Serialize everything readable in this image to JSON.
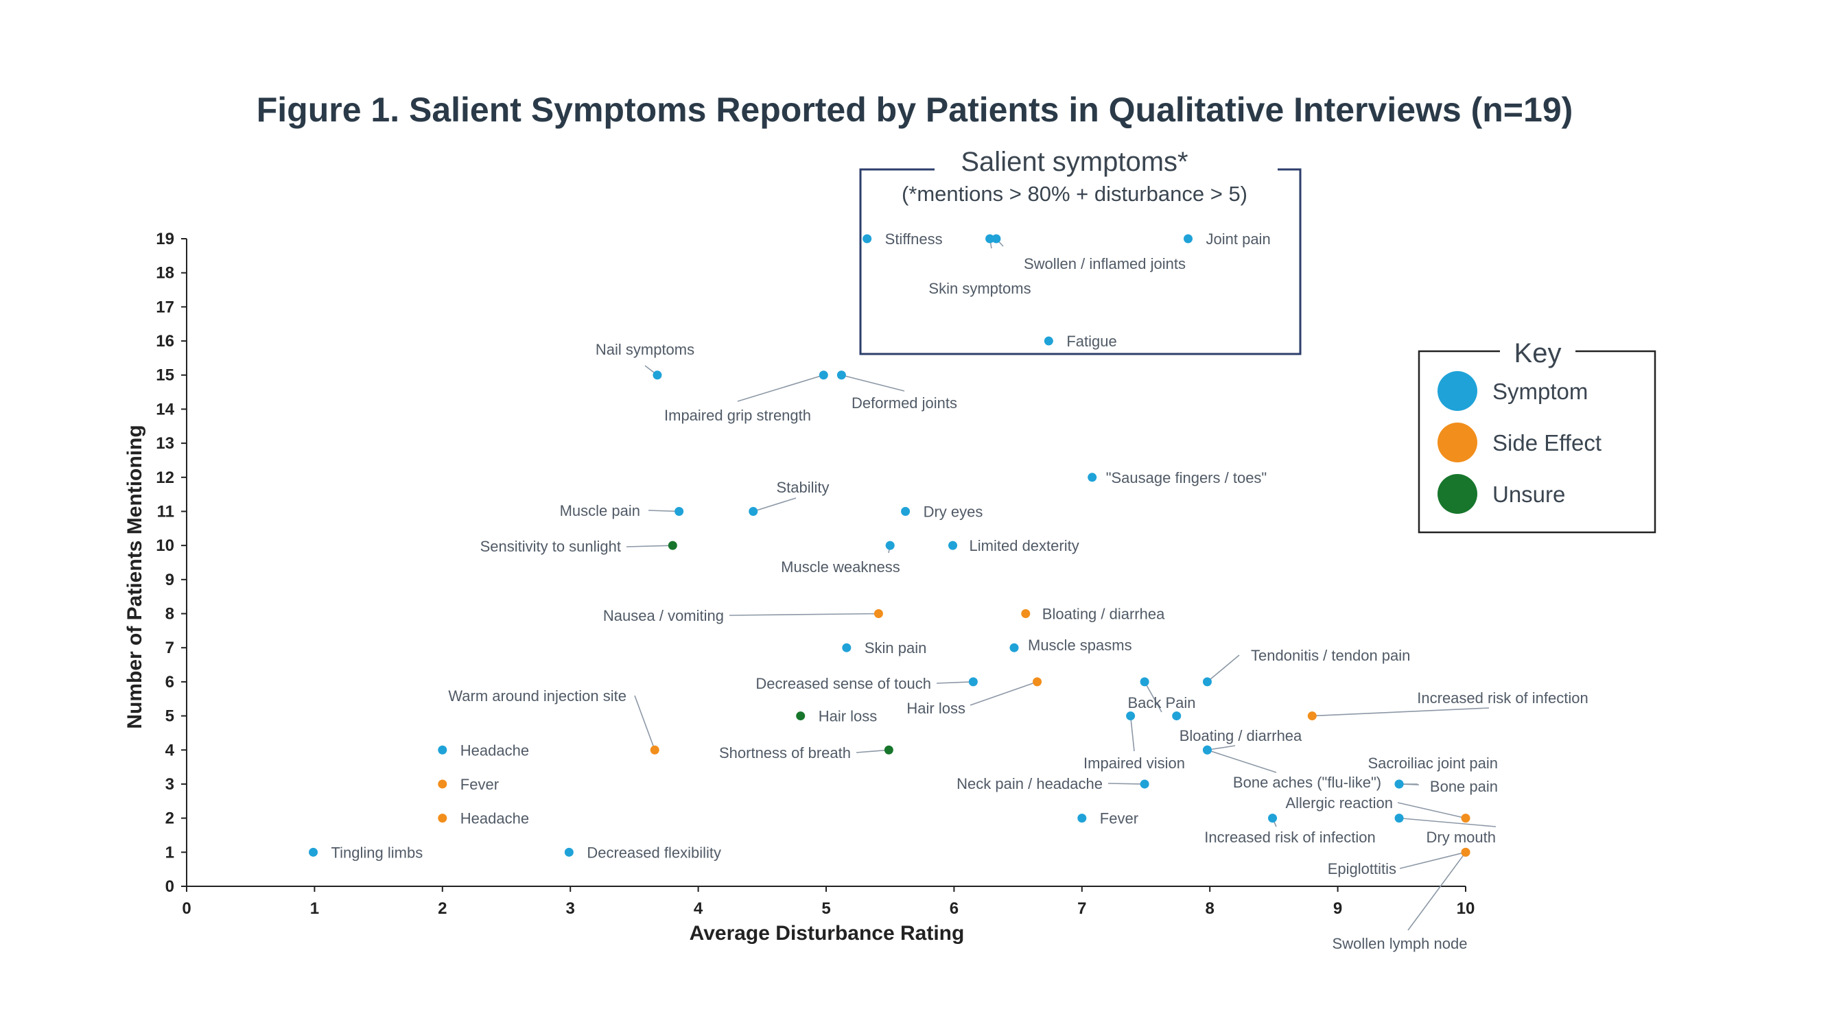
{
  "colors": {
    "symptom": "#1fa2d8",
    "side_effect": "#f28e1c",
    "unsure": "#17762c",
    "axis": "#222222",
    "box": "#2c3e6b"
  },
  "chart_data": {
    "type": "scatter",
    "title": "Figure 1. Salient Symptoms Reported by Patients in Qualitative Interviews (n=19)",
    "xlabel": "Average Disturbance Rating",
    "ylabel": "Number of Patients Mentioning",
    "xlim": [
      0,
      10
    ],
    "ylim": [
      0,
      19
    ],
    "x_ticks": [
      "0",
      "1",
      "2",
      "3",
      "4",
      "5",
      "6",
      "7",
      "8",
      "9",
      "10"
    ],
    "y_ticks": [
      "0",
      "1",
      "2",
      "3",
      "4",
      "5",
      "6",
      "7",
      "8",
      "9",
      "10",
      "11",
      "12",
      "13",
      "14",
      "15",
      "16",
      "17",
      "18",
      "19"
    ],
    "legend": {
      "title": "Key",
      "position": "right",
      "entries": [
        {
          "name": "Symptom",
          "color_key": "symptom"
        },
        {
          "name": "Side Effect",
          "color_key": "side_effect"
        },
        {
          "name": "Unsure",
          "color_key": "unsure"
        }
      ]
    },
    "highlight_box": {
      "title": "Salient symptoms*",
      "subtitle": "(*mentions > 80% + disturbance > 5)"
    },
    "points": [
      {
        "label": "Stiffness",
        "x": 5.32,
        "y": 19,
        "cat": "symptom"
      },
      {
        "label": "Skin symptoms",
        "x": 6.28,
        "y": 19,
        "cat": "symptom"
      },
      {
        "label": "Swollen / inflamed joints",
        "x": 6.33,
        "y": 19,
        "cat": "symptom"
      },
      {
        "label": "Joint pain",
        "x": 7.83,
        "y": 19,
        "cat": "symptom"
      },
      {
        "label": "Fatigue",
        "x": 6.74,
        "y": 16,
        "cat": "symptom"
      },
      {
        "label": "Nail symptoms",
        "x": 3.68,
        "y": 15,
        "cat": "symptom"
      },
      {
        "label": "Impaired grip strength",
        "x": 4.98,
        "y": 15,
        "cat": "symptom"
      },
      {
        "label": "Deformed joints",
        "x": 5.12,
        "y": 15,
        "cat": "symptom"
      },
      {
        "label": "\"Sausage fingers / toes\"",
        "x": 7.08,
        "y": 12,
        "cat": "symptom"
      },
      {
        "label": "Muscle pain",
        "x": 3.85,
        "y": 11,
        "cat": "symptom"
      },
      {
        "label": "Stability",
        "x": 4.43,
        "y": 11,
        "cat": "symptom"
      },
      {
        "label": "Dry eyes",
        "x": 5.62,
        "y": 11,
        "cat": "symptom"
      },
      {
        "label": "Sensitivity to sunlight",
        "x": 3.8,
        "y": 10,
        "cat": "unsure"
      },
      {
        "label": "Muscle weakness",
        "x": 5.5,
        "y": 10,
        "cat": "symptom"
      },
      {
        "label": "Limited dexterity",
        "x": 5.99,
        "y": 10,
        "cat": "symptom"
      },
      {
        "label": "Nausea / vomiting",
        "x": 5.41,
        "y": 8,
        "cat": "side_effect"
      },
      {
        "label": "Bloating / diarrhea",
        "x": 6.56,
        "y": 8,
        "cat": "side_effect"
      },
      {
        "label": "Skin pain",
        "x": 5.16,
        "y": 7,
        "cat": "symptom"
      },
      {
        "label": "Muscle spasms",
        "x": 6.47,
        "y": 7,
        "cat": "symptom"
      },
      {
        "label": "Decreased sense of touch",
        "x": 6.15,
        "y": 6,
        "cat": "symptom"
      },
      {
        "label": "Hair loss",
        "x": 6.65,
        "y": 6,
        "cat": "side_effect"
      },
      {
        "label": "Back Pain",
        "x": 7.49,
        "y": 6,
        "cat": "symptom"
      },
      {
        "label": "Tendonitis / tendon pain",
        "x": 7.98,
        "y": 6,
        "cat": "symptom"
      },
      {
        "label": "Warm around injection site",
        "x": 3.66,
        "y": 4,
        "cat": "side_effect"
      },
      {
        "label": "Hair loss",
        "x": 4.8,
        "y": 5,
        "cat": "unsure"
      },
      {
        "label": "Impaired vision",
        "x": 7.38,
        "y": 5,
        "cat": "symptom"
      },
      {
        "label": "",
        "x": 7.74,
        "y": 5,
        "cat": "symptom"
      },
      {
        "label": "Increased risk of infection",
        "x": 8.8,
        "y": 5,
        "cat": "side_effect"
      },
      {
        "label": "Headache",
        "x": 2.0,
        "y": 4,
        "cat": "symptom"
      },
      {
        "label": "Shortness of breath",
        "x": 5.49,
        "y": 4,
        "cat": "unsure"
      },
      {
        "label": "Bloating / diarrhea",
        "x": 7.98,
        "y": 4,
        "cat": "symptom"
      },
      {
        "label": "Fever",
        "x": 2.0,
        "y": 3,
        "cat": "side_effect"
      },
      {
        "label": "Neck pain / headache",
        "x": 7.49,
        "y": 3,
        "cat": "symptom"
      },
      {
        "label": "Bone aches (\"flu-like\")",
        "x": 7.98,
        "y": 4,
        "cat": "symptom"
      },
      {
        "label": "Sacroiliac joint pain",
        "x": 9.48,
        "y": 3,
        "cat": "symptom"
      },
      {
        "label": "Bone pain",
        "x": 9.48,
        "y": 3,
        "cat": "symptom"
      },
      {
        "label": "Headache",
        "x": 2.0,
        "y": 2,
        "cat": "side_effect"
      },
      {
        "label": "Fever",
        "x": 7.0,
        "y": 2,
        "cat": "symptom"
      },
      {
        "label": "Allergic reaction",
        "x": 10.0,
        "y": 2,
        "cat": "side_effect"
      },
      {
        "label": "Increased risk of infection",
        "x": 8.49,
        "y": 2,
        "cat": "symptom"
      },
      {
        "label": "Dry mouth",
        "x": 9.48,
        "y": 2,
        "cat": "symptom"
      },
      {
        "label": "Tingling limbs",
        "x": 0.99,
        "y": 1,
        "cat": "symptom"
      },
      {
        "label": "Decreased flexibility",
        "x": 2.99,
        "y": 1,
        "cat": "symptom"
      },
      {
        "label": "Epiglottitis",
        "x": 10.0,
        "y": 1,
        "cat": "side_effect"
      },
      {
        "label": "Swollen lymph node",
        "x": 10.0,
        "y": 1,
        "cat": "side_effect"
      }
    ]
  }
}
